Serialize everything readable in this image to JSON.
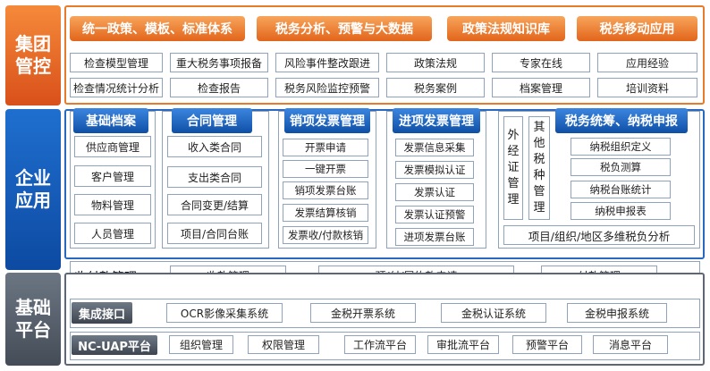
{
  "bands": {
    "top": [
      "集团",
      "管控"
    ],
    "middle": [
      "企业",
      "应用"
    ],
    "bottom": [
      "基础",
      "平台"
    ]
  },
  "group_control": {
    "headers": [
      "统一政策、模板、标准体系",
      "税务分析、预警与大数据",
      "政策法规知识库",
      "税务移动应用"
    ],
    "row1": [
      "检查模型管理",
      "重大税务事项报备",
      "风险事件整改跟进",
      "政策法规",
      "专家在线",
      "应用经验"
    ],
    "row2": [
      "检查情况统计分析",
      "检查报告",
      "税务风险监控预警",
      "税务案例",
      "档案管理",
      "培训资料"
    ]
  },
  "enterprise": {
    "basic": {
      "title": "基础档案",
      "items": [
        "供应商管理",
        "客户管理",
        "物料管理",
        "人员管理"
      ]
    },
    "contract": {
      "title": "合同管理",
      "items": [
        "收入类合同",
        "支出类合同",
        "合同变更/结算",
        "项目/合同台账"
      ]
    },
    "sales_invoice": {
      "title": "销项发票管理",
      "items": [
        "开票申请",
        "一键开票",
        "销项发票台账",
        "发票结算核销",
        "发票收/付款核销"
      ]
    },
    "input_invoice": {
      "title": "进项发票管理",
      "items": [
        "发票信息采集",
        "发票模拟认证",
        "发票认证",
        "发票认证预警",
        "进项发票台账"
      ]
    },
    "tax_plan": {
      "title": "税务统筹、纳税申报",
      "outside_vertical": [
        "外",
        "经",
        "证",
        "管",
        "理"
      ],
      "other_vertical": [
        "其",
        "他",
        "税",
        "种",
        "管",
        "理"
      ],
      "items": [
        "纳税组织定义",
        "税负测算",
        "纳税台账统计",
        "纳税申报表"
      ],
      "footer": "项目/组织/地区多维税负分析"
    },
    "payment": {
      "label": "收付款管理",
      "items": [
        "收款管理",
        "预/付/履约款申请",
        "付款管理"
      ]
    }
  },
  "platform": {
    "integration": {
      "label": "集成接口",
      "items": [
        "OCR影像采集系统",
        "金税开票系统",
        "金税认证系统",
        "金税申报系统"
      ]
    },
    "uap": {
      "label": "NC-UAP平台",
      "items": [
        "组织管理",
        "权限管理",
        "工作流平台",
        "审批流平台",
        "预警平台",
        "消息平台"
      ]
    }
  }
}
